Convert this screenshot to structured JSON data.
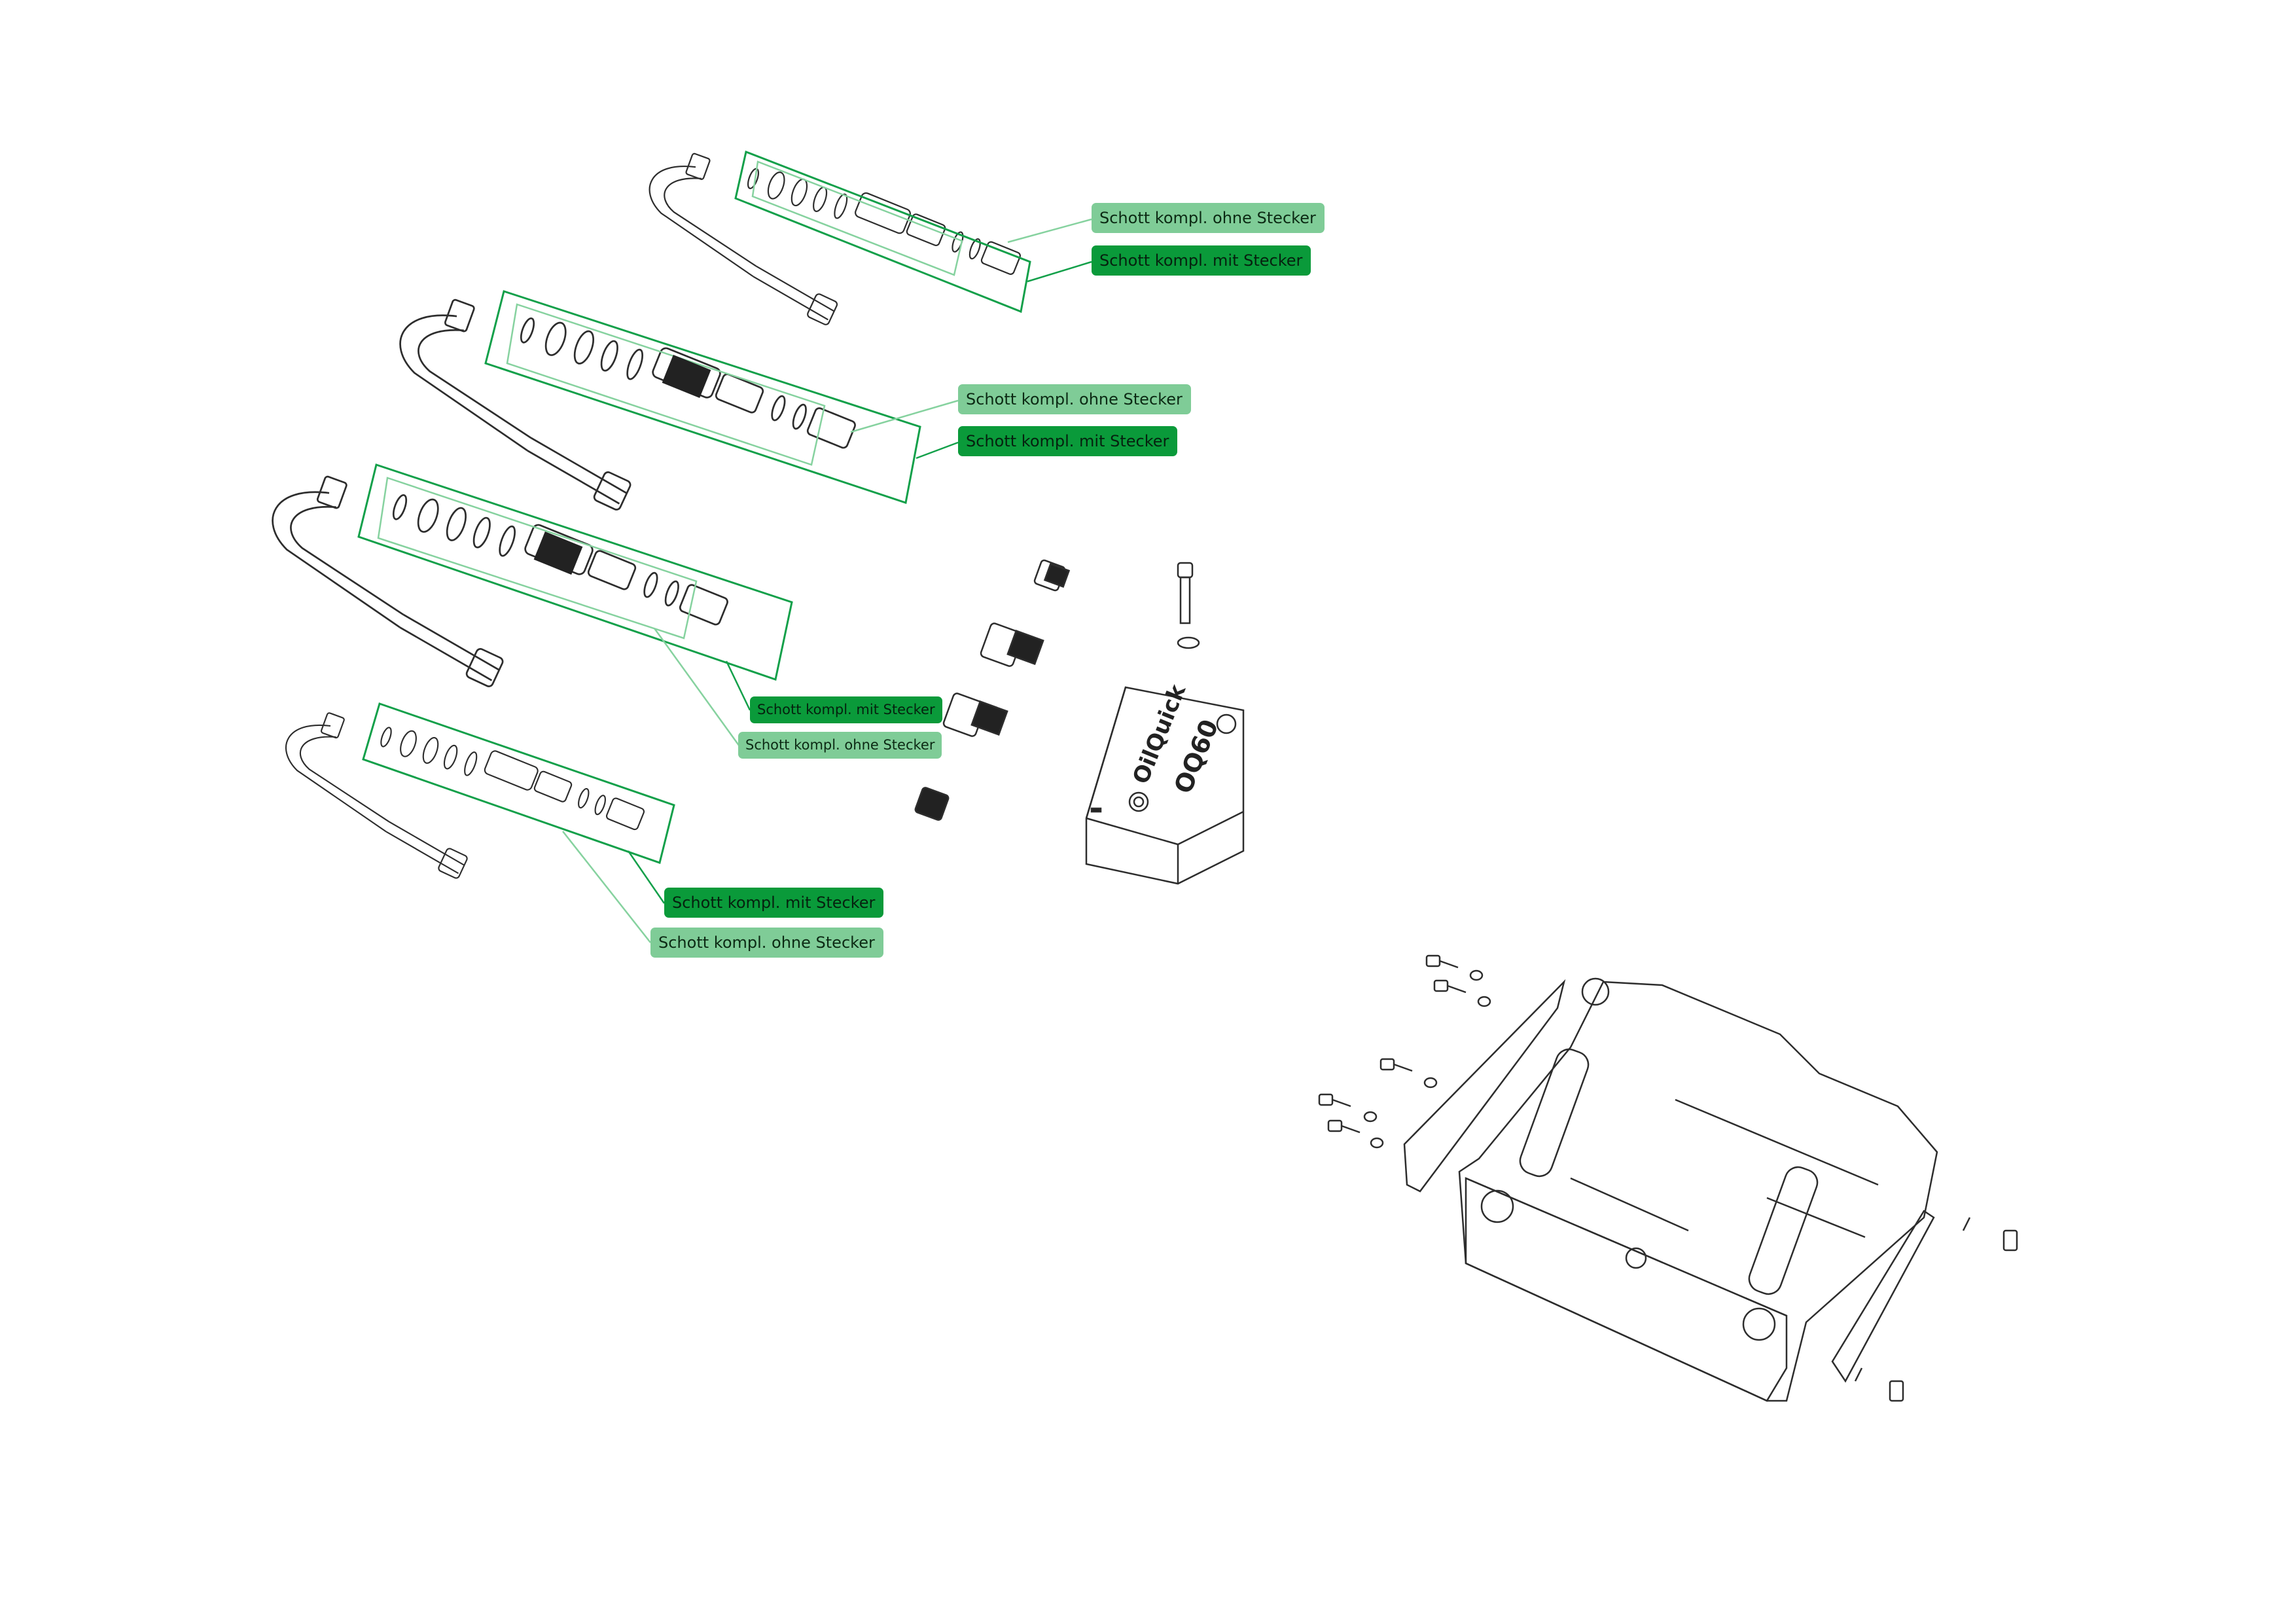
{
  "colors": {
    "light": "#7fcc97",
    "dark": "#0a9a3a",
    "line": "#2d2d2d",
    "frame_dark": "#13a04a",
    "frame_light": "#86d29f"
  },
  "labels": {
    "a1": "Schott kompl. ohne Stecker",
    "a2": "Schott kompl. mit Stecker",
    "b1": "Schott kompl. ohne Stecker",
    "b2": "Schott kompl. mit Stecker",
    "c1": "Schott kompl. mit Stecker",
    "c2": "Schott kompl. ohne Stecker",
    "d1": "Schott kompl. mit Stecker",
    "d2": "Schott kompl. ohne Stecker"
  },
  "block": {
    "brand": "OilQuick",
    "model": "OQ60"
  }
}
